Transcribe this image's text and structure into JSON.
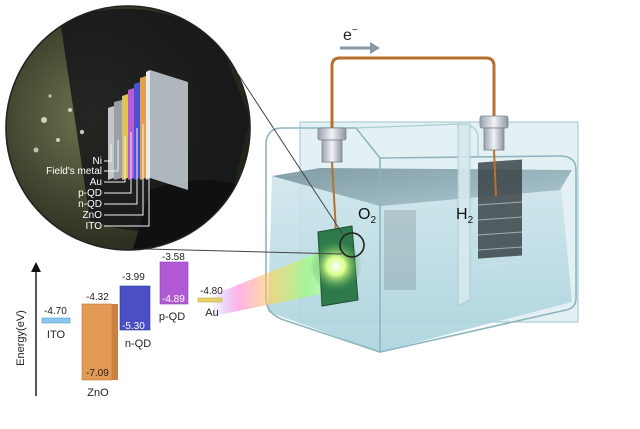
{
  "electron_label": "e",
  "electron_superscript": "−",
  "oxygen_label": "O",
  "oxygen_subscript": "2",
  "hydrogen_label": "H",
  "hydrogen_subscript": "2",
  "layer_labels": [
    "Ni",
    "Field's metal",
    "Au",
    "p-QD",
    "n-QD",
    "ZnO",
    "ITO"
  ],
  "energy_axis_label": "Energy(eV)",
  "bands": [
    {
      "name": "ITO",
      "top": "-4.70",
      "bottom": null,
      "color": "#87c6ef"
    },
    {
      "name": "ZnO",
      "top": "-4.32",
      "bottom": "-7.09",
      "color": "#e39a55"
    },
    {
      "name": "n-QD",
      "top": "-3.99",
      "bottom": "-5.30",
      "color": "#4a4fc4"
    },
    {
      "name": "p-QD",
      "top": "-3.58",
      "bottom": "-4.89",
      "color": "#b25ad6"
    },
    {
      "name": "Au",
      "top": "-4.80",
      "bottom": null,
      "color": "#e8d06a"
    }
  ]
}
